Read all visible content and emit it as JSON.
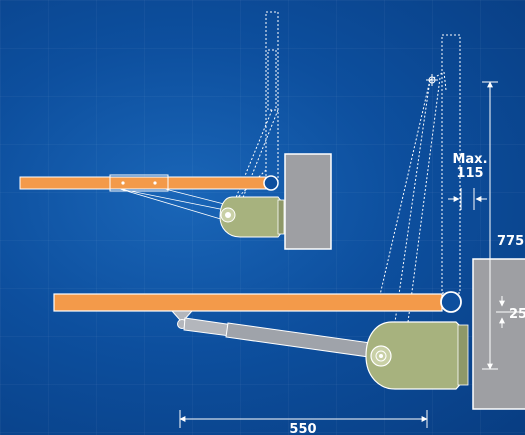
{
  "dimensions": {
    "max_label": "Max.",
    "max_value": "115",
    "height_value": "775",
    "offset_value": "25",
    "length_value": "550"
  },
  "colors": {
    "background": "#0d4f9e",
    "gate_bar": "#f39a4a",
    "motor_body": "#a7b27e",
    "pillar": "#9e9fa3",
    "arm": "#b3b6bc",
    "outline": "#ffffff"
  }
}
